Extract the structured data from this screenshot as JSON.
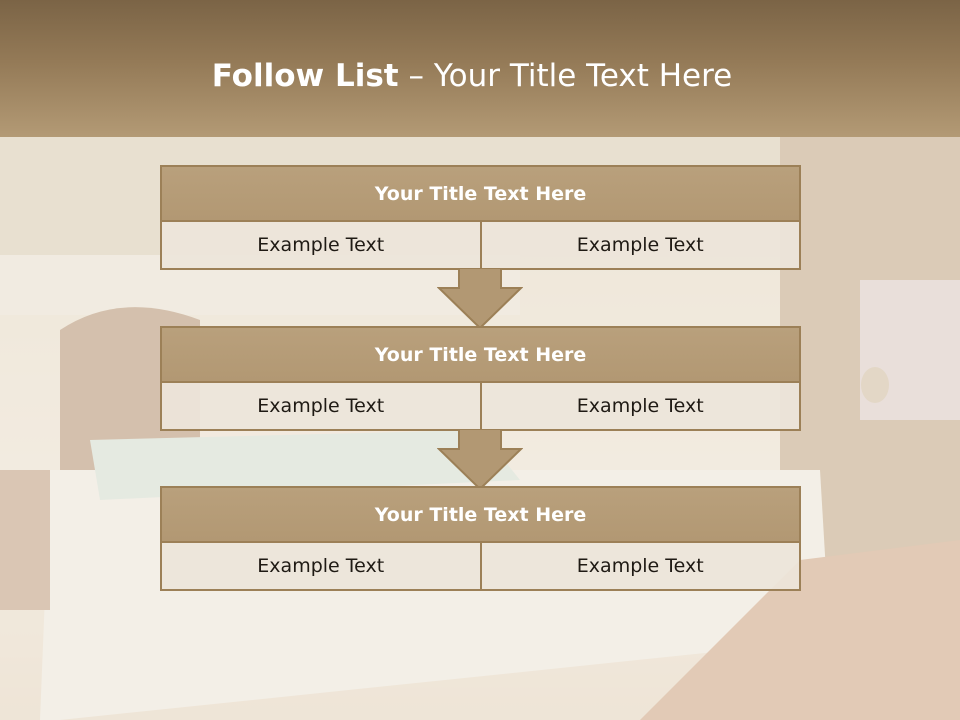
{
  "header": {
    "title_bold": "Follow List",
    "title_rest": " – Your Title Text Here"
  },
  "steps": [
    {
      "title": "Your Title Text Here",
      "left": "Example Text",
      "right": "Example Text"
    },
    {
      "title": "Your Title Text Here",
      "left": "Example Text",
      "right": "Example Text"
    },
    {
      "title": "Your Title Text Here",
      "left": "Example Text",
      "right": "Example Text"
    }
  ],
  "colors": {
    "header": "#947a57",
    "block_title": "#b29873",
    "block_border": "#9c8057",
    "cell": "#ede5da"
  }
}
